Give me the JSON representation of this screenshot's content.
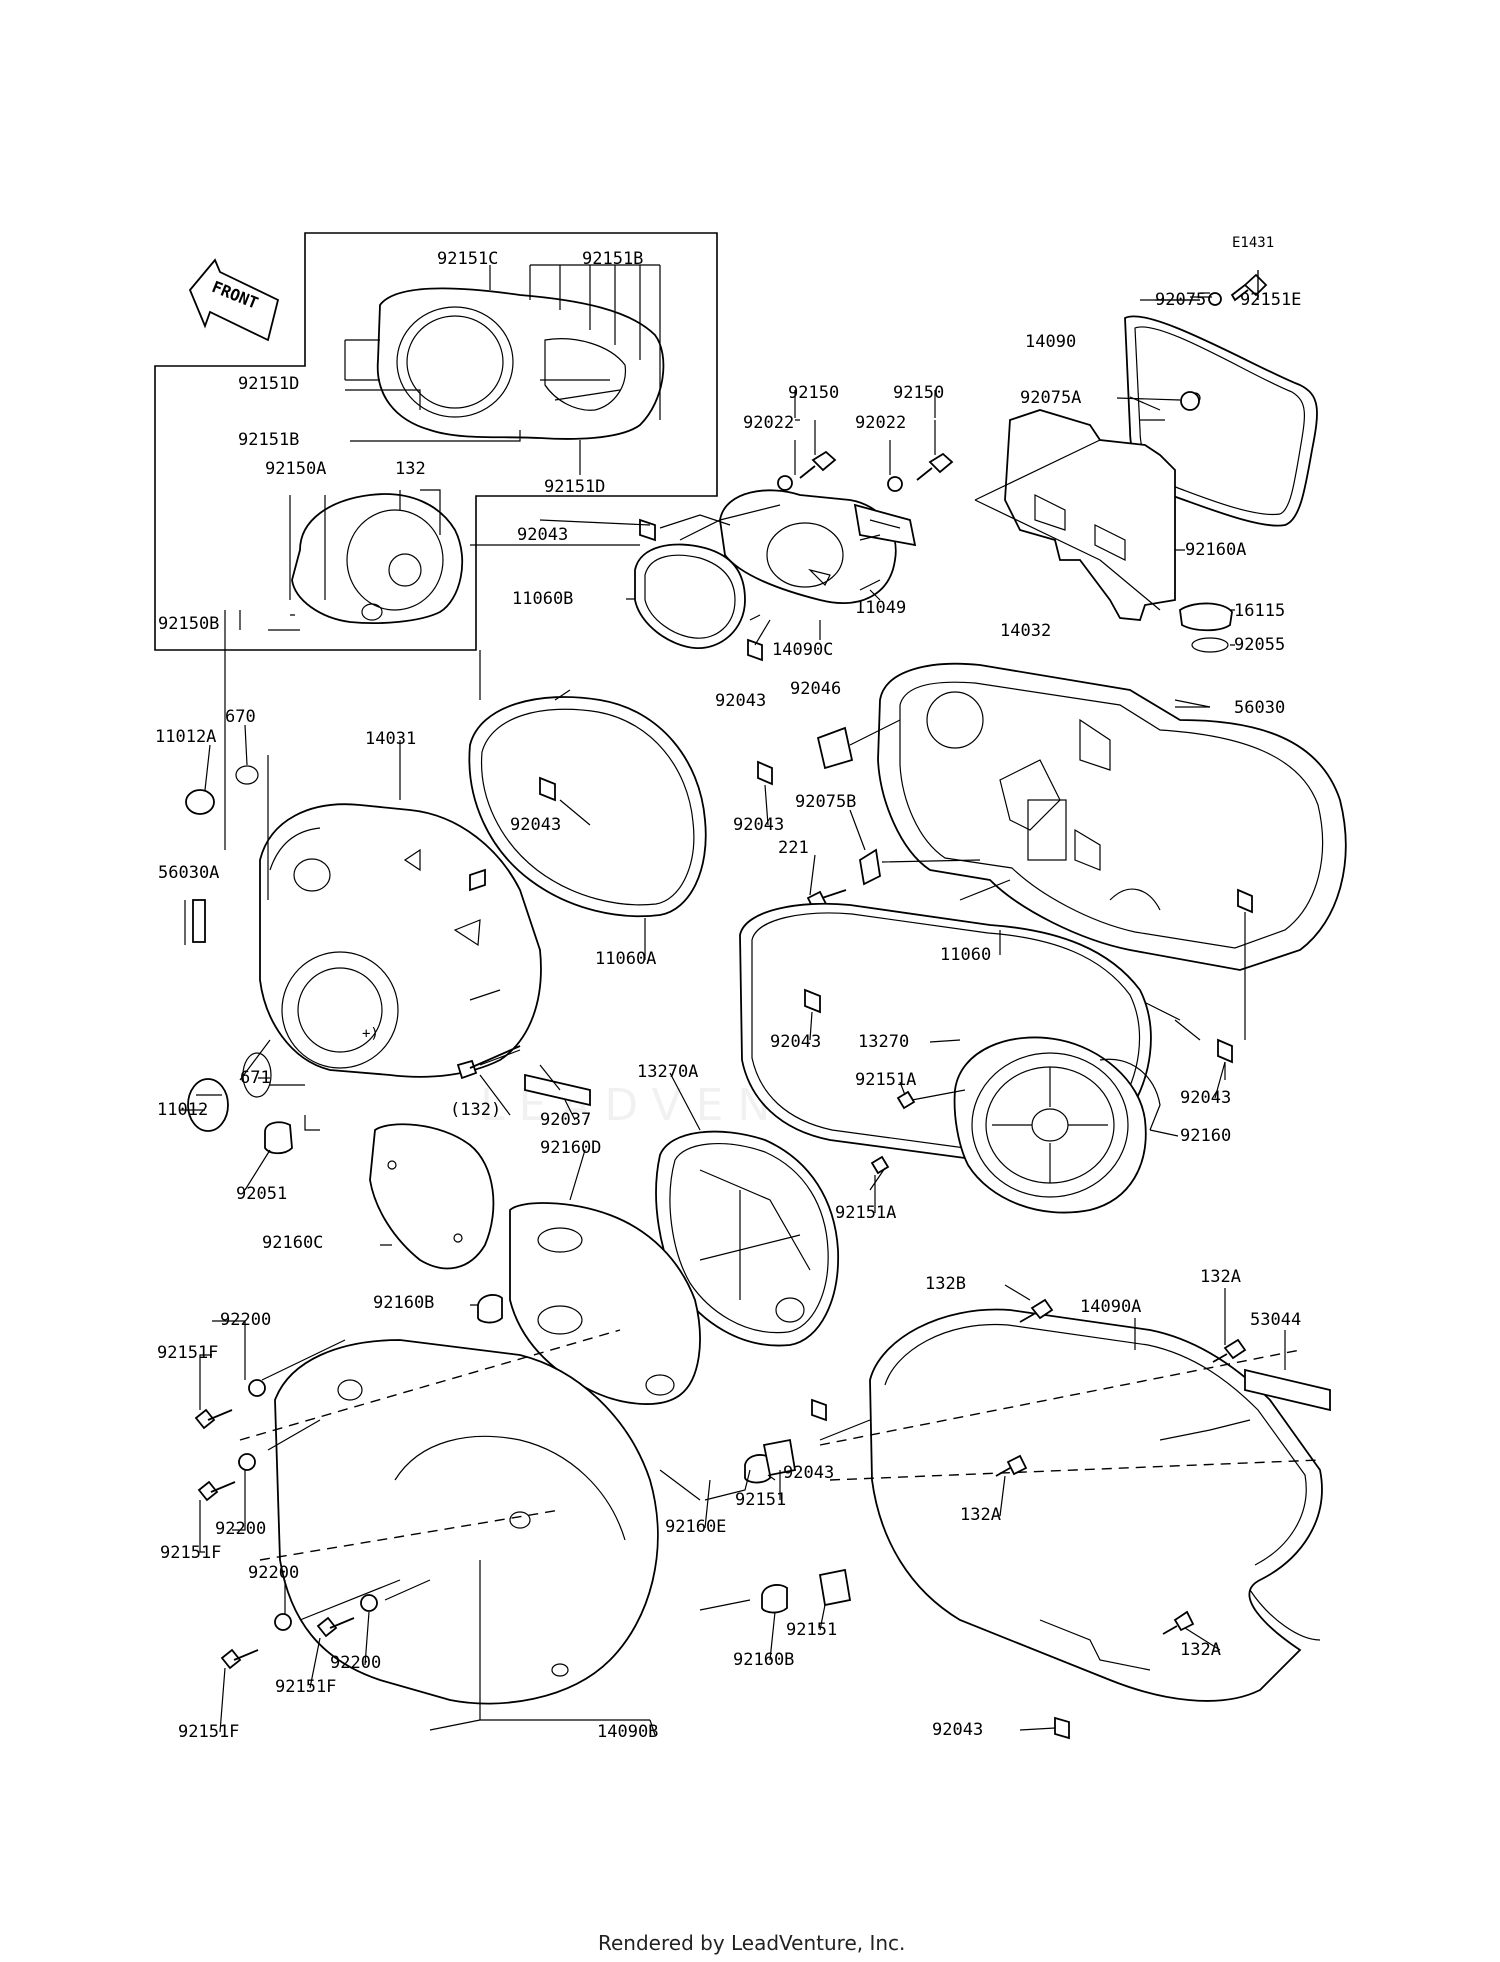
{
  "diagram": {
    "ref_code": "E1431",
    "front_label": "FRONT",
    "footer": "Rendered by LeadVenture, Inc.",
    "watermark": "LEADVENTURE"
  },
  "labels": {
    "p92151C": "92151C",
    "p92151B_top": "92151B",
    "p92151D_left": "92151D",
    "p92151B_left": "92151B",
    "p92151D_bottom": "92151D",
    "p92150A": "92150A",
    "p132": "132",
    "p92150B": "92150B",
    "p92075": "92075",
    "p92151E": "92151E",
    "p14090": "14090",
    "p92075A": "92075A",
    "p92160A": "92160A",
    "p92150_a": "92150",
    "p92150_b": "92150",
    "p92022_a": "92022",
    "p92022_b": "92022",
    "p92043_top": "92043",
    "p11049": "11049",
    "p11060B": "11060B",
    "p14090C": "14090C",
    "p92043_b": "92043",
    "p14032": "14032",
    "p16115": "16115",
    "p92055": "92055",
    "p56030": "56030",
    "p92046": "92046",
    "p670": "670",
    "p11012A": "11012A",
    "p14031": "14031",
    "p56030A": "56030A",
    "p92043_c": "92043",
    "p92043_d": "92043",
    "p92075B": "92075B",
    "p221": "221",
    "p11060A": "11060A",
    "p11060": "11060",
    "p92043_e": "92043",
    "p13270": "13270",
    "p92043_f": "92043",
    "p11012": "11012",
    "p671": "671",
    "p132_paren": "(132)",
    "p92037": "92037",
    "p13270A": "13270A",
    "p92151A_a": "92151A",
    "p92160": "92160",
    "p92051": "92051",
    "p92160D": "92160D",
    "p92151A_b": "92151A",
    "p92160C": "92160C",
    "p92160B_top": "92160B",
    "p132B": "132B",
    "p132A_top": "132A",
    "p14090A": "14090A",
    "p53044": "53044",
    "p92200_a": "92200",
    "p92151F_a": "92151F",
    "p92043_g": "92043",
    "p92151_a": "92151",
    "p92160E": "92160E",
    "p132A_mid": "132A",
    "p92200_b": "92200",
    "p92151F_b": "92151F",
    "p92200_c": "92200",
    "p92200_d": "92200",
    "p92151F_c": "92151F",
    "p92160B_bot": "92160B",
    "p92151_b": "92151",
    "p132A_bot": "132A",
    "p92151F_d": "92151F",
    "p14090B": "14090B",
    "p92043_h": "92043"
  }
}
